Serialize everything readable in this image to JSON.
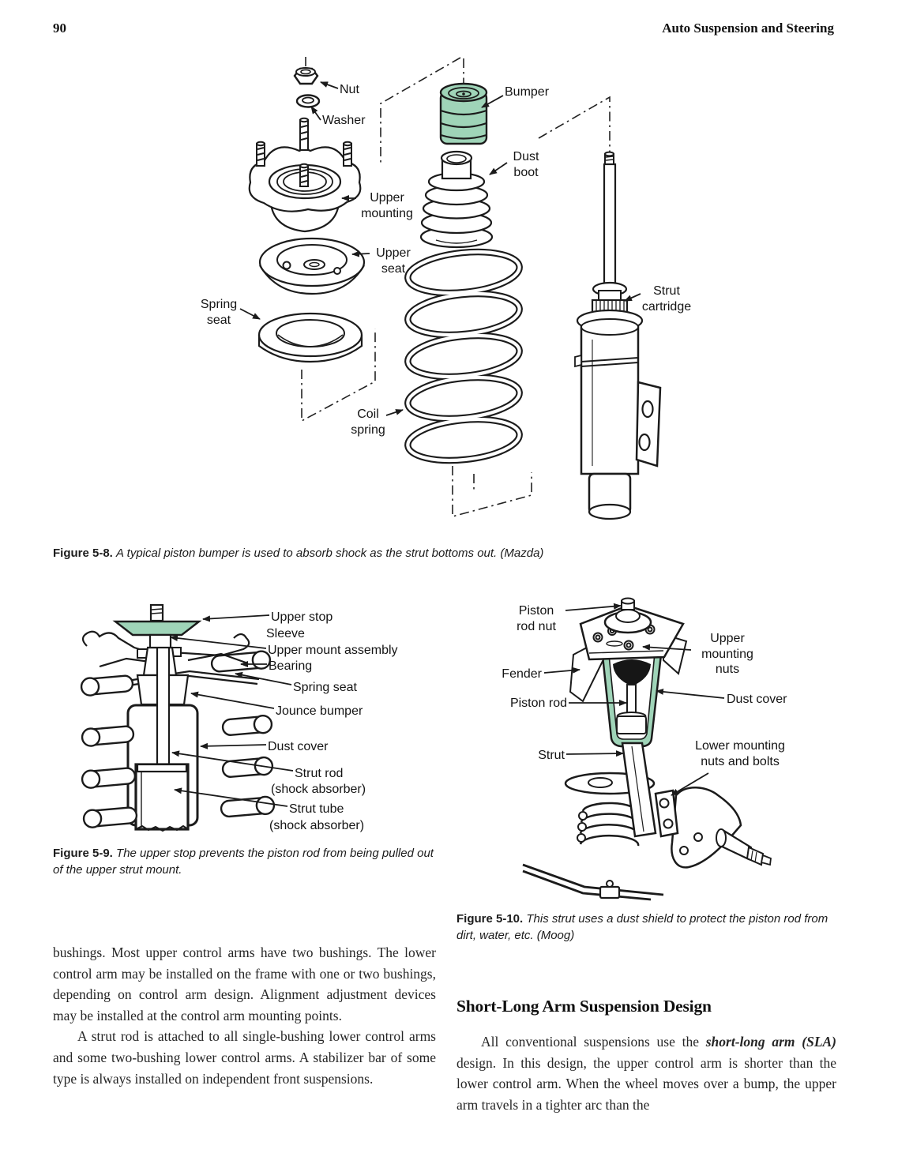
{
  "page": {
    "number": "90",
    "running_head": "Auto Suspension and Steering"
  },
  "colors": {
    "highlight_green": "#9fd4b8",
    "ink": "#1b1b1b"
  },
  "fig58": {
    "labels": {
      "nut": "Nut",
      "washer": "Washer",
      "upper_mounting": "Upper mounting",
      "upper_seat": "Upper seat",
      "spring_seat": "Spring seat",
      "coil_spring": "Coil spring",
      "bumper": "Bumper",
      "dust_boot": "Dust boot",
      "strut_cartridge": "Strut cartridge"
    },
    "caption_label": "Figure 5-8.",
    "caption": "A typical piston bumper is used to absorb shock as the strut bottoms out. (Mazda)"
  },
  "fig59": {
    "labels": {
      "upper_stop": "Upper stop",
      "sleeve": "Sleeve",
      "upper_mount_assembly": "Upper mount assembly",
      "bearing": "Bearing",
      "spring_seat": "Spring seat",
      "jounce_bumper": "Jounce bumper",
      "dust_cover": "Dust cover",
      "strut_rod": "Strut rod",
      "strut_rod_sub": "(shock absorber)",
      "strut_tube": "Strut tube",
      "strut_tube_sub": "(shock absorber)"
    },
    "caption_label": "Figure 5-9.",
    "caption": "The upper stop prevents the piston rod from being pulled out of the upper strut mount."
  },
  "fig510": {
    "labels": {
      "piston_rod_nut": "Piston rod nut",
      "upper_mounting_nuts": "Upper mounting nuts",
      "fender": "Fender",
      "piston_rod": "Piston rod",
      "dust_cover": "Dust cover",
      "strut": "Strut",
      "lower_mounting": "Lower mounting nuts and bolts"
    },
    "caption_label": "Figure 5-10.",
    "caption": "This strut uses a dust shield to protect the piston rod from dirt, water, etc. (Moog)"
  },
  "body": {
    "left_para1": "bushings. Most upper control arms have two bushings. The lower control arm may be installed on the frame with one or two bushings, depending on control arm design. Alignment adjustment devices may be installed at the control arm mounting points.",
    "left_para2": "A strut rod is attached to all single-bushing lower control arms and some two-bushing lower control arms. A stabilizer bar of some type is always installed on independent front suspensions.",
    "heading": "Short-Long Arm Suspension Design",
    "right_para_pre": "All conventional suspensions use the ",
    "right_para_bold": "short-long arm (SLA)",
    "right_para_post": " design. In this design, the upper control arm is shorter than the lower control arm. When the wheel moves over a bump, the upper arm travels in a tighter arc than the"
  }
}
